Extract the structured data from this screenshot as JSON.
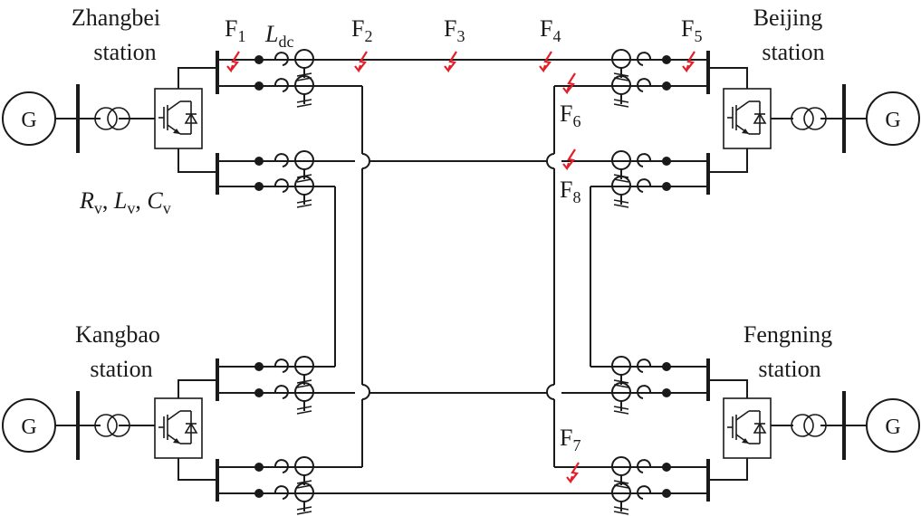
{
  "stations": {
    "zhangbei": {
      "line1": "Zhangbei",
      "line2": "station"
    },
    "beijing": {
      "line1": "Beijing",
      "line2": "station"
    },
    "kangbao": {
      "line1": "Kangbao",
      "line2": "station"
    },
    "fengning": {
      "line1": "Fengning",
      "line2": "station"
    }
  },
  "generator_label": "G",
  "inductor_label": {
    "main": "L",
    "sub": "dc"
  },
  "rlc_label": {
    "r": "R",
    "l": "L",
    "c": "C",
    "sub": "v",
    "sep": ", "
  },
  "faults": [
    {
      "main": "F",
      "sub": "1"
    },
    {
      "main": "F",
      "sub": "2"
    },
    {
      "main": "F",
      "sub": "3"
    },
    {
      "main": "F",
      "sub": "4"
    },
    {
      "main": "F",
      "sub": "5"
    },
    {
      "main": "F",
      "sub": "6"
    },
    {
      "main": "F",
      "sub": "7"
    },
    {
      "main": "F",
      "sub": "8"
    }
  ],
  "colors": {
    "line": "#1a1a1a",
    "fault": "#e3202a",
    "background": "#ffffff"
  }
}
